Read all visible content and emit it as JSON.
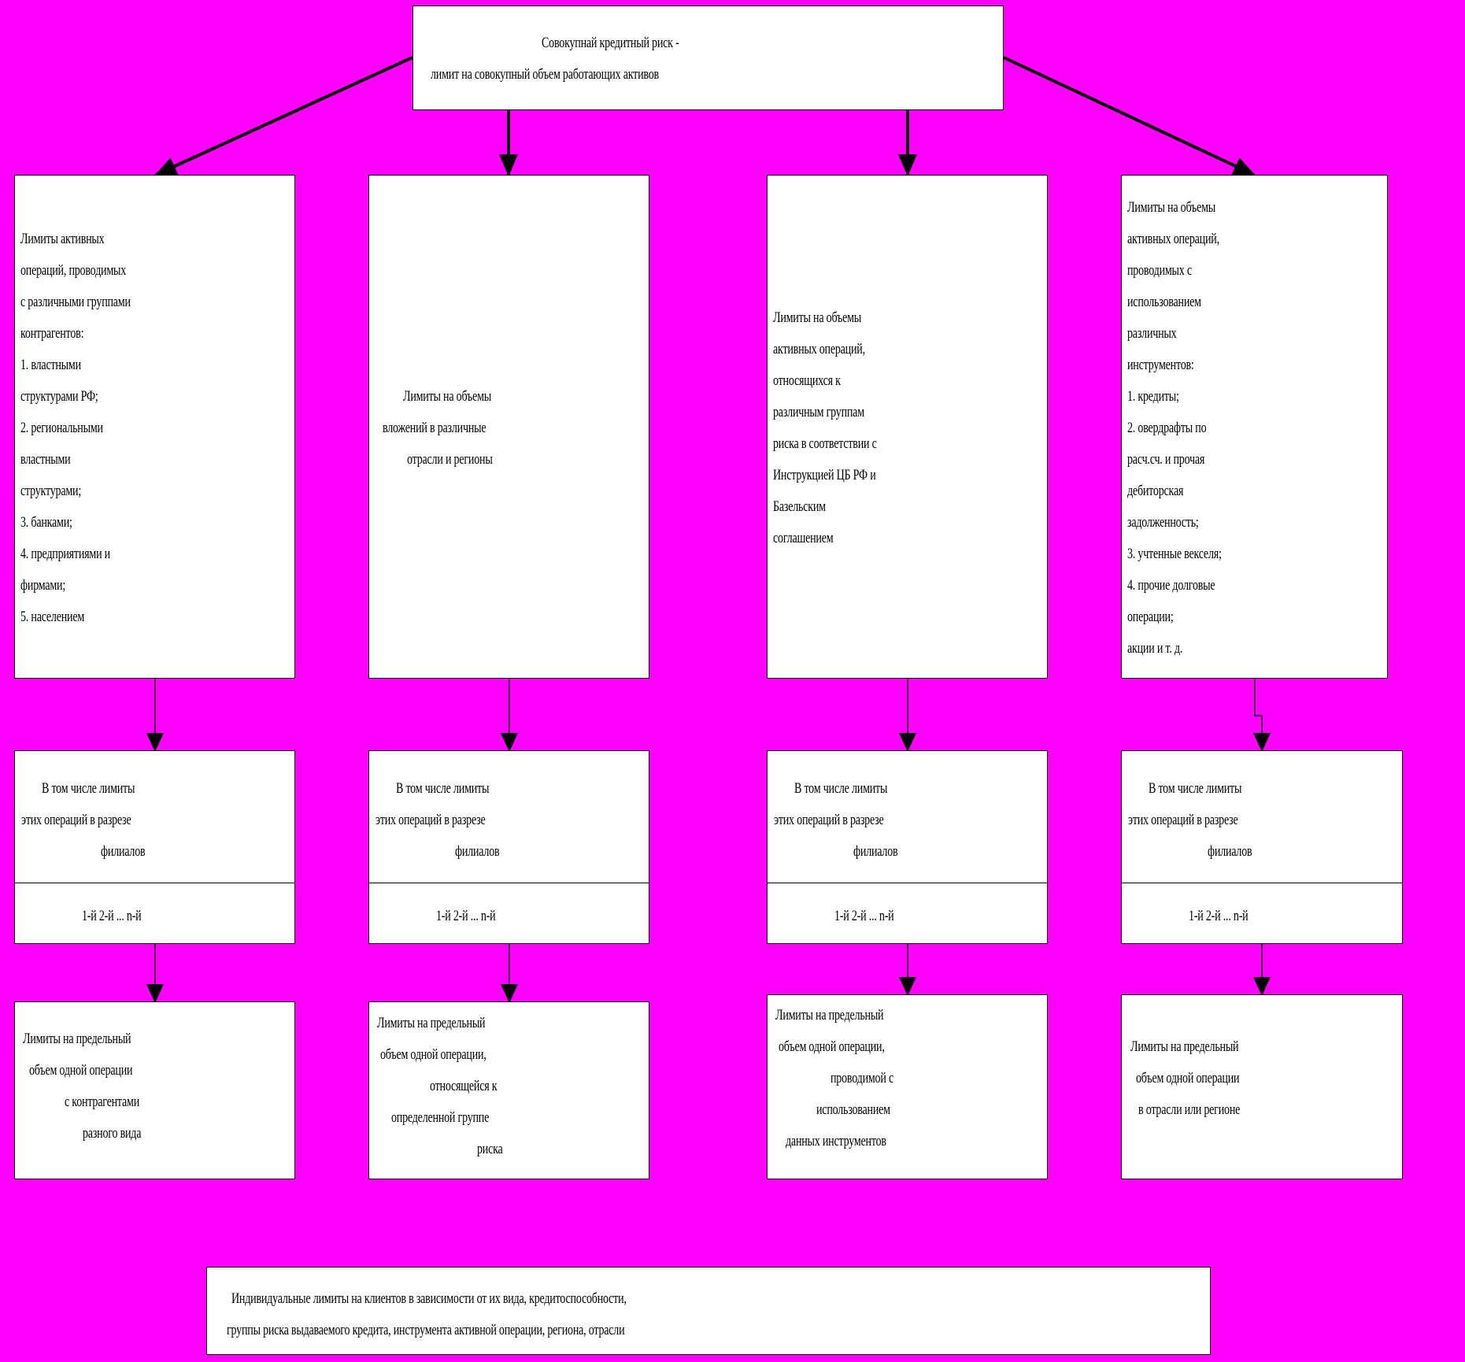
{
  "top": {
    "lines": [
      "Совокупнай кредитный риск -",
      "лимит на совокупный объем работающих активов"
    ]
  },
  "columns": [
    {
      "main": [
        "Лимиты активных",
        "операций, проводимых",
        "с различными группами",
        "контрагентов:",
        "1. властными",
        "структурами РФ;",
        "2. региональными",
        "властными",
        "структурами;",
        "3. банками;",
        "4. предприятиями и",
        "фирмами;",
        "5. населением"
      ],
      "branch": [
        "В том числе лимиты",
        "этих операций в разрезе",
        "филиалов"
      ],
      "branch_numbers": "1-й 2-й ... n-й",
      "limit": [
        "Лимиты на предельный",
        "объем одной операции",
        "с контрагентами",
        "разного вида"
      ]
    },
    {
      "main": [
        "Лимиты на объемы",
        "вложений в различные",
        "отрасли и регионы"
      ],
      "branch": [
        "В том числе лимиты",
        "этих операций в разрезе",
        "филиалов"
      ],
      "branch_numbers": "1-й 2-й ... n-й",
      "limit": [
        "Лимиты на предельный",
        "объем одной операции,",
        "относящейся к",
        "определенной группе",
        "риска"
      ]
    },
    {
      "main": [
        "Лимиты на объемы",
        "активных операций,",
        "относящихся к",
        "различным группам",
        "риска в соответствии с",
        "Инструкцией ЦБ РФ и",
        "Базельским",
        "соглашением"
      ],
      "branch": [
        "В том числе лимиты",
        "этих операций в разрезе",
        "филиалов"
      ],
      "branch_numbers": "1-й 2-й ... n-й",
      "limit": [
        "Лимиты на предельный",
        "объем одной операции,",
        "проводимой с",
        "использованием",
        "данных инструментов"
      ]
    },
    {
      "main": [
        "Лимиты на объемы",
        "активных операций,",
        "проводимых с",
        "использованием",
        "различных",
        "инструментов:",
        "1. кредиты;",
        "2. овердрафты по",
        "расч.сч. и прочая",
        "дебиторская",
        "задолженность;",
        "3. учтенные векселя;",
        "4. прочие долговые",
        "операции;",
        "акции и т. д."
      ],
      "branch": [
        "В том числе лимиты",
        "этих операций в разрезе",
        "филиалов"
      ],
      "branch_numbers": "1-й 2-й ... n-й",
      "limit": [
        "Лимиты на предельный",
        "объем одной операции",
        "в отрасли или регионе"
      ]
    }
  ],
  "bottom": {
    "lines": [
      "Индивидуальные лимиты на клиентов в зависимости от их вида, кредитоспособности,",
      "группы риска выдаваемого кредита, инструмента активной операции, региона, отрасли"
    ]
  },
  "colors": {
    "background": "#ff00ff",
    "box": "#ffffff",
    "line": "#000000"
  }
}
